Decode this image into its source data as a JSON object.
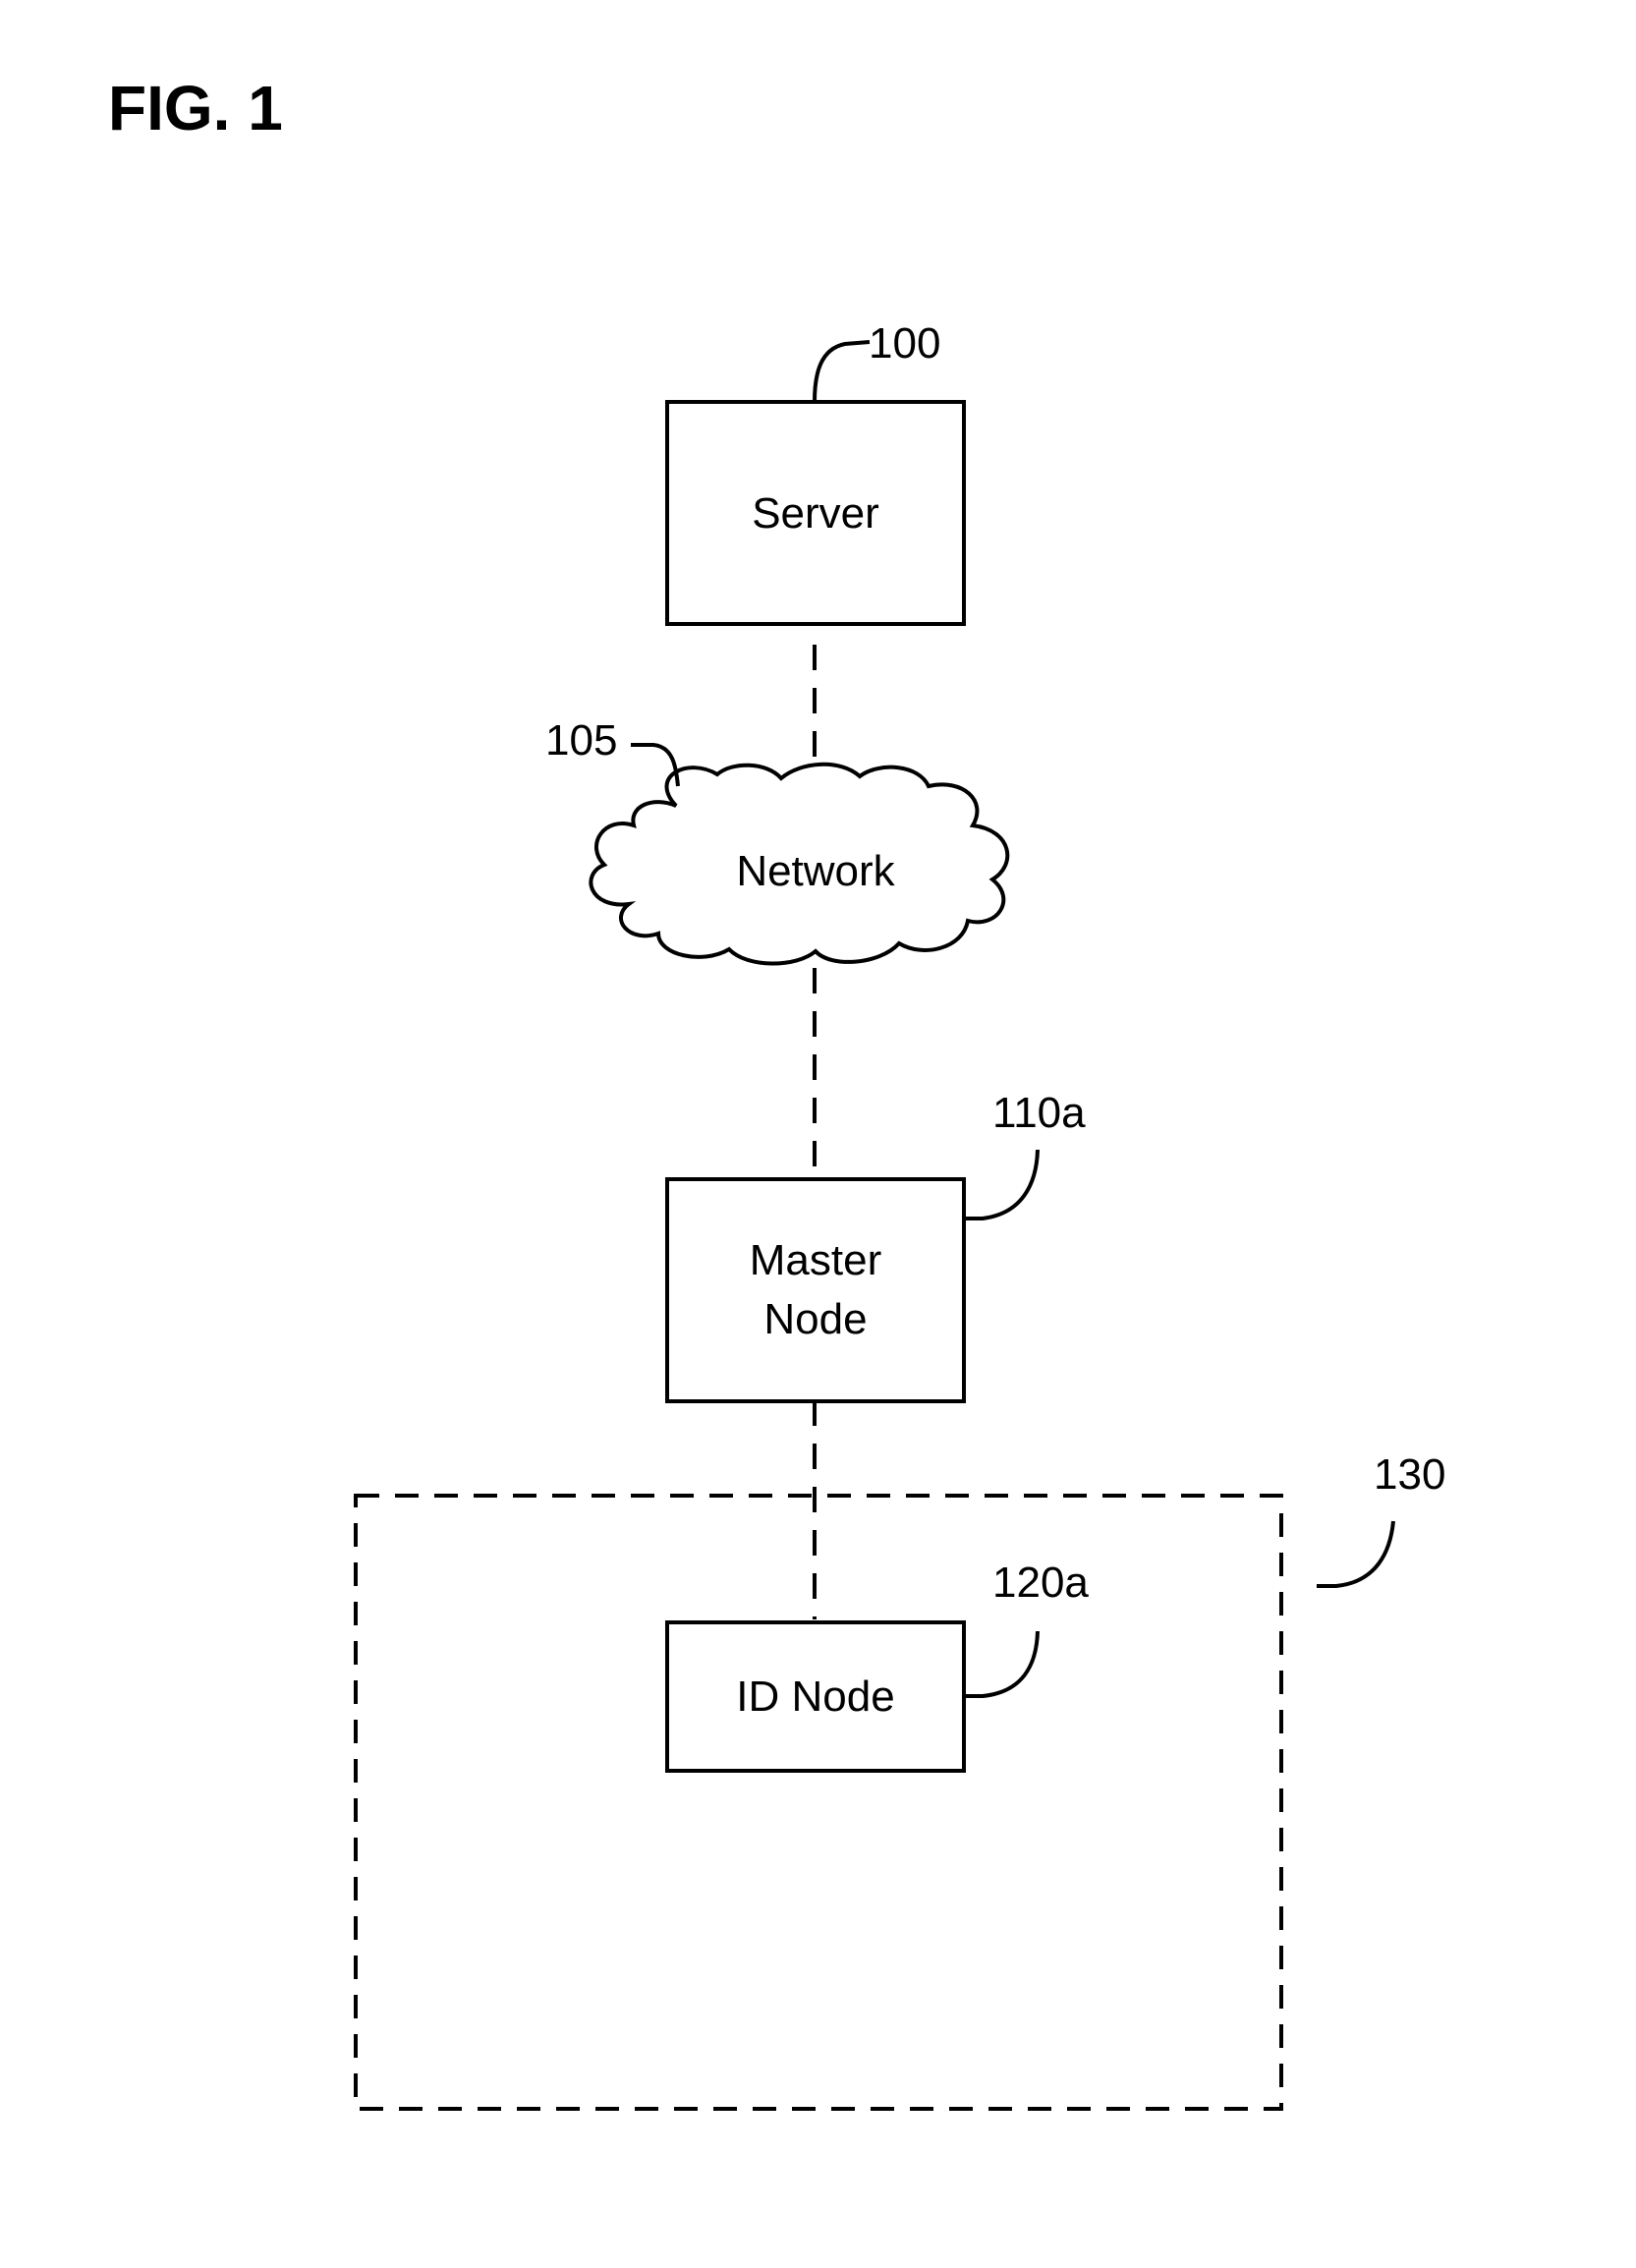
{
  "figure": {
    "title": "FIG. 1"
  },
  "nodes": {
    "server": {
      "label": "Server",
      "ref": "100"
    },
    "network": {
      "label": "Network",
      "ref": "105"
    },
    "master_node": {
      "label_line1": "Master",
      "label_line2": "Node",
      "ref": "110a"
    },
    "id_node": {
      "label": "ID Node",
      "ref": "120a"
    },
    "region": {
      "ref": "130"
    }
  }
}
